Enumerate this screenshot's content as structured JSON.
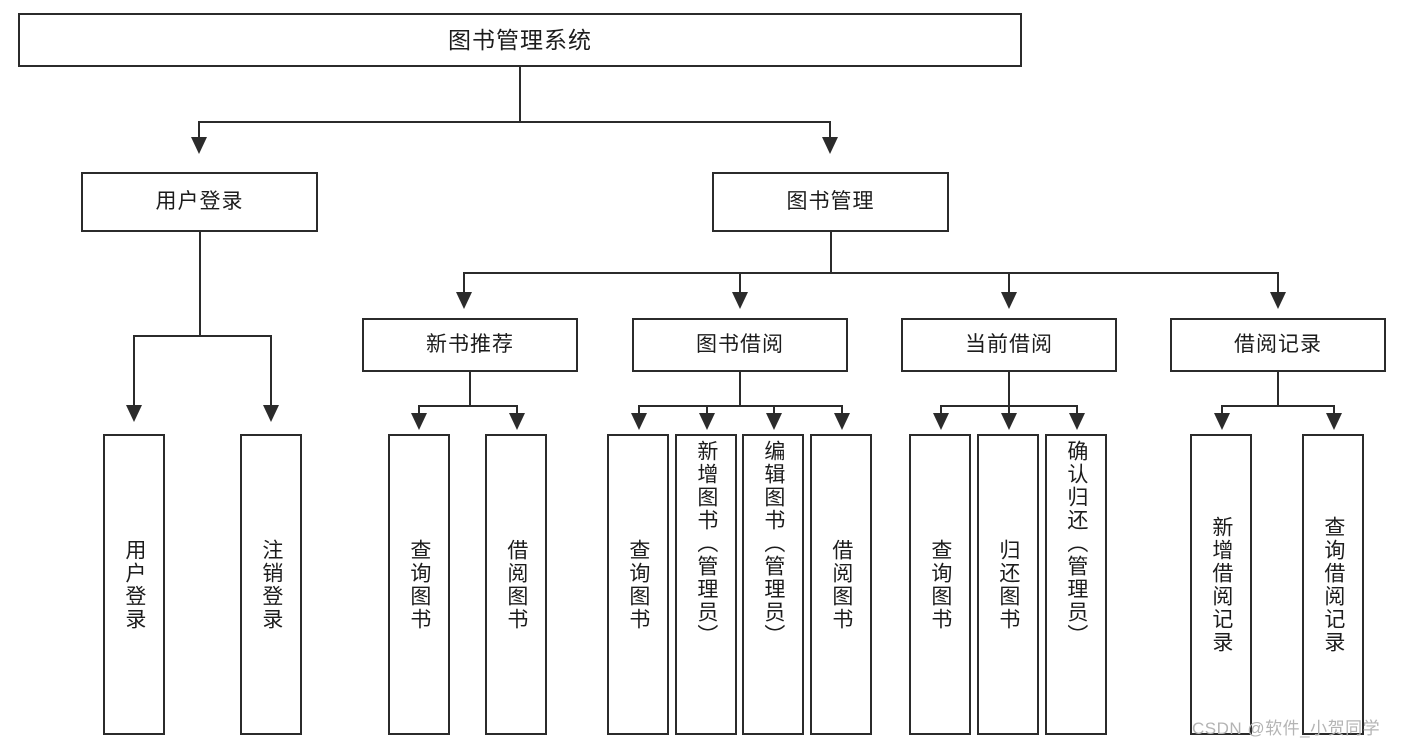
{
  "diagram": {
    "type": "tree-hierarchy",
    "root": {
      "id": "root",
      "label": "图书管理系统"
    },
    "level2": [
      {
        "id": "user-login",
        "label": "用户登录"
      },
      {
        "id": "book-manage",
        "label": "图书管理"
      }
    ],
    "level3": [
      {
        "id": "new-book-recommend",
        "label": "新书推荐",
        "parent": "book-manage"
      },
      {
        "id": "book-borrow",
        "label": "图书借阅",
        "parent": "book-manage"
      },
      {
        "id": "current-borrow",
        "label": "当前借阅",
        "parent": "book-manage"
      },
      {
        "id": "borrow-record",
        "label": "借阅记录",
        "parent": "book-manage"
      }
    ],
    "leaves": [
      {
        "id": "leaf-user-login",
        "label": "用户登录",
        "parent": "user-login"
      },
      {
        "id": "leaf-logout",
        "label": "注销登录",
        "parent": "user-login"
      },
      {
        "id": "leaf-query-book-1",
        "label": "查询图书",
        "parent": "new-book-recommend"
      },
      {
        "id": "leaf-borrow-book-1",
        "label": "借阅图书",
        "parent": "new-book-recommend"
      },
      {
        "id": "leaf-query-book-2",
        "label": "查询图书",
        "parent": "book-borrow"
      },
      {
        "id": "leaf-add-book",
        "label": "新增图书（管理员）",
        "parent": "book-borrow"
      },
      {
        "id": "leaf-edit-book",
        "label": "编辑图书（管理员）",
        "parent": "book-borrow"
      },
      {
        "id": "leaf-borrow-book-2",
        "label": "借阅图书",
        "parent": "book-borrow"
      },
      {
        "id": "leaf-query-book-3",
        "label": "查询图书",
        "parent": "current-borrow"
      },
      {
        "id": "leaf-return-book",
        "label": "归还图书",
        "parent": "current-borrow"
      },
      {
        "id": "leaf-confirm-return",
        "label": "确认归还（管理员）",
        "parent": "current-borrow"
      },
      {
        "id": "leaf-add-record",
        "label": "新增借阅记录",
        "parent": "borrow-record"
      },
      {
        "id": "leaf-query-record",
        "label": "查询借阅记录",
        "parent": "borrow-record"
      }
    ]
  },
  "watermark": {
    "text": "CSDN @软件_小贺同学"
  },
  "colors": {
    "stroke": "#2b2b2b",
    "background": "#ffffff",
    "text": "#1c1c1c",
    "watermark": "#b4b4b4"
  }
}
